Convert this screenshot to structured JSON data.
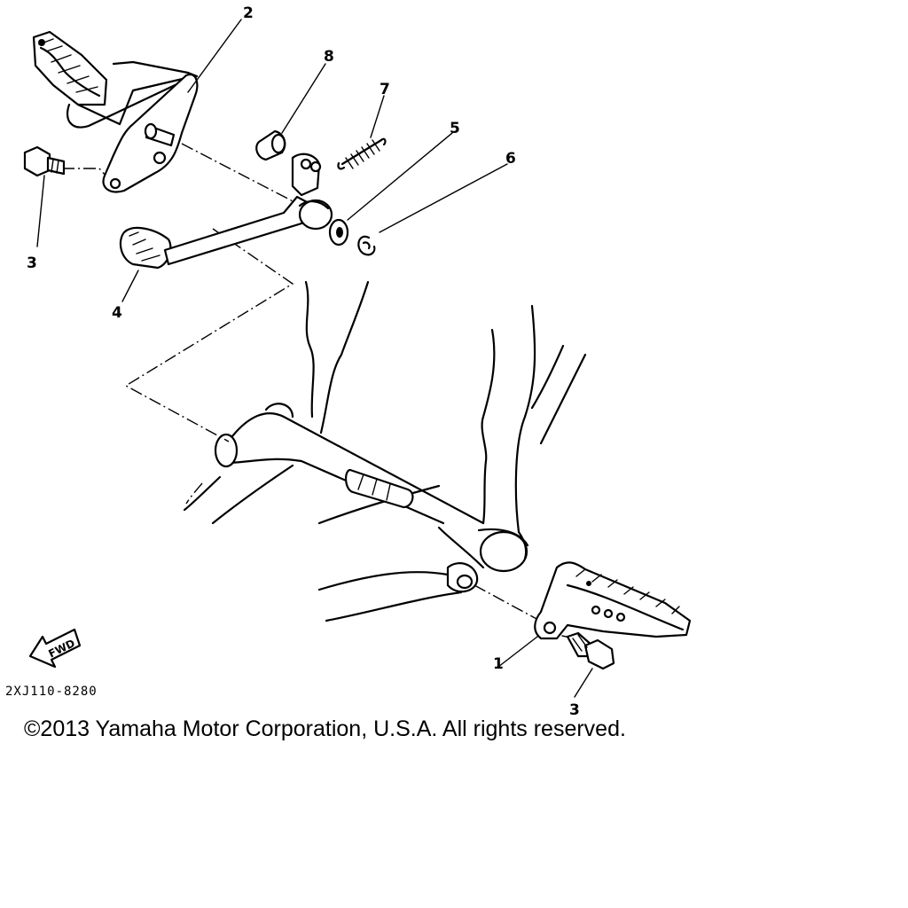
{
  "callouts": {
    "c1": "1",
    "c2": "2",
    "c3a": "3",
    "c3b": "3",
    "c4": "4",
    "c5": "5",
    "c6": "6",
    "c7": "7",
    "c8": "8"
  },
  "fwd_label": "FWD",
  "diagram_code": "2XJ110-8280",
  "copyright": "©2013 Yamaha Motor Corporation, U.S.A. All rights reserved.",
  "colors": {
    "ink": "#000000",
    "paper": "#ffffff"
  }
}
